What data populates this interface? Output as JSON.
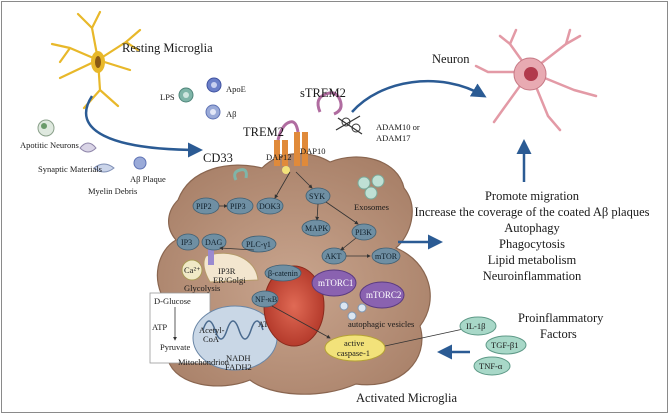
{
  "labels": {
    "resting_microglia": "Resting Microglia",
    "activated_microglia": "Activated Microglia",
    "neuron": "Neuron",
    "lps": "LPS",
    "apoe": "ApoE",
    "abeta": "Aβ",
    "strem2": "sTREM2",
    "trem2": "TREM2",
    "adam": "ADAM10 or",
    "adam2": "ADAM17",
    "cd33": "CD33",
    "apoptotic_neurons": "Apotitic Neurons",
    "synaptic_materials": "Synaptic Materials",
    "abeta_plaque": "Aβ  Plaque",
    "myelin_debris": "Myelin Debris",
    "dap12": "DAP12",
    "dap10": "DAP10",
    "exosomes": "Exosomes",
    "autophagic_vesicles": "autophagic vesicles",
    "er_golgi": "ER/Golgi",
    "ip3r": "IP3R",
    "ca": "Ca²⁺",
    "glycolysis": "Glycolysis",
    "d_glucose": "D-Glucose",
    "atp1": "ATP",
    "pyruvate": "Pyruvate",
    "mitochondrion": "Mitochondrion",
    "acetyl_coa": "Acetyl-",
    "acetyl_coa2": "CoA",
    "atp2": "ATP",
    "nadh": "NADH",
    "fadh2": "FADH2",
    "active_caspase": "active",
    "active_caspase2": "caspase-1"
  },
  "nodes": {
    "pip2": "PIP2",
    "pip3": "PIP3",
    "dok3": "DOK3",
    "syk": "SYK",
    "mapk": "MAPK",
    "pi3k": "PI3K",
    "ip3": "IP3",
    "dag": "DAG",
    "plcg1": "PLC-γ1",
    "akt": "AKT",
    "mtor": "mTOR",
    "bcatenin": "β-catenin",
    "mtorc1": "mTORC1",
    "mtorc2": "mTORC2",
    "nfkb": "NF-κB"
  },
  "outcomes": [
    "Promote migration",
    "Increase the coverage of the coated Aβ plaques",
    "Autophagy",
    "Phagocytosis",
    "Lipid metabolism",
    "Neuroinflammation"
  ],
  "proinflammatory": {
    "title1": "Proinflammatory",
    "title2": "Factors",
    "il1b": "IL-1β",
    "tgfb1": "TGF-β1",
    "tnfa": "TNF-α"
  },
  "colors": {
    "microglia_body": "#b8947e",
    "arrow_blue": "#2b5b94",
    "node": "#6f8fa3",
    "mtor_purple": "#8a62b0",
    "caspase_yellow": "#f2e27a",
    "cytokine_green": "#a8d8c8",
    "neuron_pink": "#e39aa6",
    "trem2_orange": "#e08a3a"
  }
}
